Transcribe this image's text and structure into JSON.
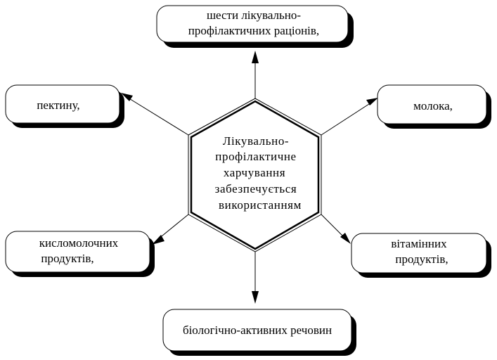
{
  "center": {
    "lines": [
      "Лікувально-",
      "профілактичне",
      "харчування",
      "забезпечується",
      "використанням"
    ]
  },
  "nodes": {
    "top": {
      "lines": [
        "шести лікувально-",
        "профілактичних раціонів,"
      ]
    },
    "upper_left": {
      "lines": [
        "пектину,"
      ]
    },
    "upper_right": {
      "lines": [
        "молока,"
      ]
    },
    "lower_left": {
      "lines": [
        "кисломолочних",
        "продуктів,"
      ]
    },
    "lower_right": {
      "lines": [
        "вітамінних",
        "продуктів,"
      ]
    },
    "bottom": {
      "lines": [
        "біологічно-активних речовин"
      ]
    }
  },
  "colors": {
    "stroke": "#000000",
    "shadow": "#000000",
    "box_fill": "#ffffff"
  }
}
